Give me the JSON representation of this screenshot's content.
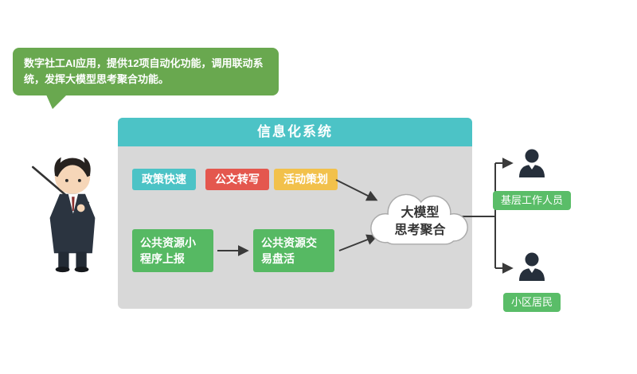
{
  "bubble": {
    "text": "数字社工AI应用，提供12项自动化功能，调用联动系统，发挥大模型思考聚合功能。"
  },
  "panel": {
    "title": "信息化系统",
    "features": [
      {
        "label": "政策快速",
        "color": "#4cc3c6"
      },
      {
        "label": "公文转写",
        "color": "#e4574e"
      },
      {
        "label": "活动策划",
        "color": "#f2c14b"
      }
    ],
    "processes": [
      {
        "label": "公共资源小程序上报",
        "color": "#56b963"
      },
      {
        "label": "公共资源交易盘活",
        "color": "#56b963"
      }
    ]
  },
  "cloud": {
    "line1": "大模型",
    "line2": "思考聚合"
  },
  "outputs": [
    {
      "label": "基层工作人员",
      "icon": "person-icon"
    },
    {
      "label": "小区居民",
      "icon": "person-icon"
    }
  ],
  "colors": {
    "bubble_green": "#69a84f",
    "panel_teal": "#4cc3c6",
    "panel_gray": "#d8d8d8",
    "chip_red": "#e4574e",
    "chip_yellow": "#f2c14b",
    "chip_green": "#56b963",
    "label_green": "#5abd68",
    "person_dark": "#262f3b",
    "arrow_dark": "#3a3a3a"
  }
}
